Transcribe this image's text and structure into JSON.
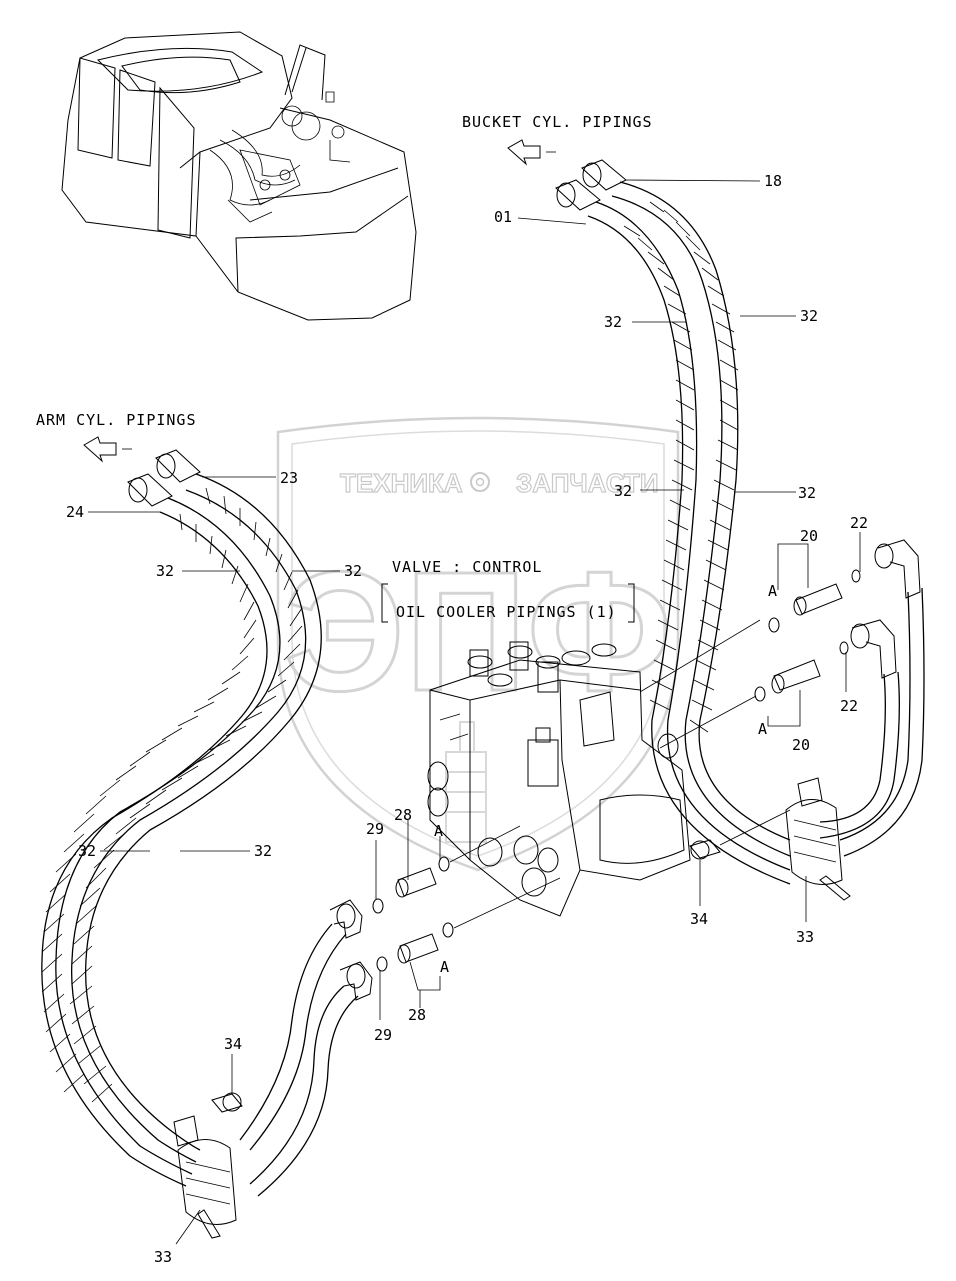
{
  "watermark": {
    "left_text": "ТЕХНИКА",
    "right_text": "ЗАПЧАСТИ",
    "big_text": "ЭПФ",
    "colors": {
      "outline": "#c9c9c9"
    }
  },
  "titles": {
    "bucket": "BUCKET CYL. PIPINGS",
    "arm": "ARM CYL. PIPINGS",
    "valve_line1": "VALVE : CONTROL",
    "valve_line2": "OIL  COOLER  PIPINGS (1)"
  },
  "callouts": [
    "18",
    "01",
    "32",
    "32",
    "32",
    "32",
    "23",
    "24",
    "32",
    "32",
    "20",
    "22",
    "A",
    "A",
    "22",
    "20",
    "28",
    "A",
    "29",
    "32",
    "32",
    "34",
    "33",
    "A",
    "29",
    "28",
    "34",
    "33"
  ]
}
